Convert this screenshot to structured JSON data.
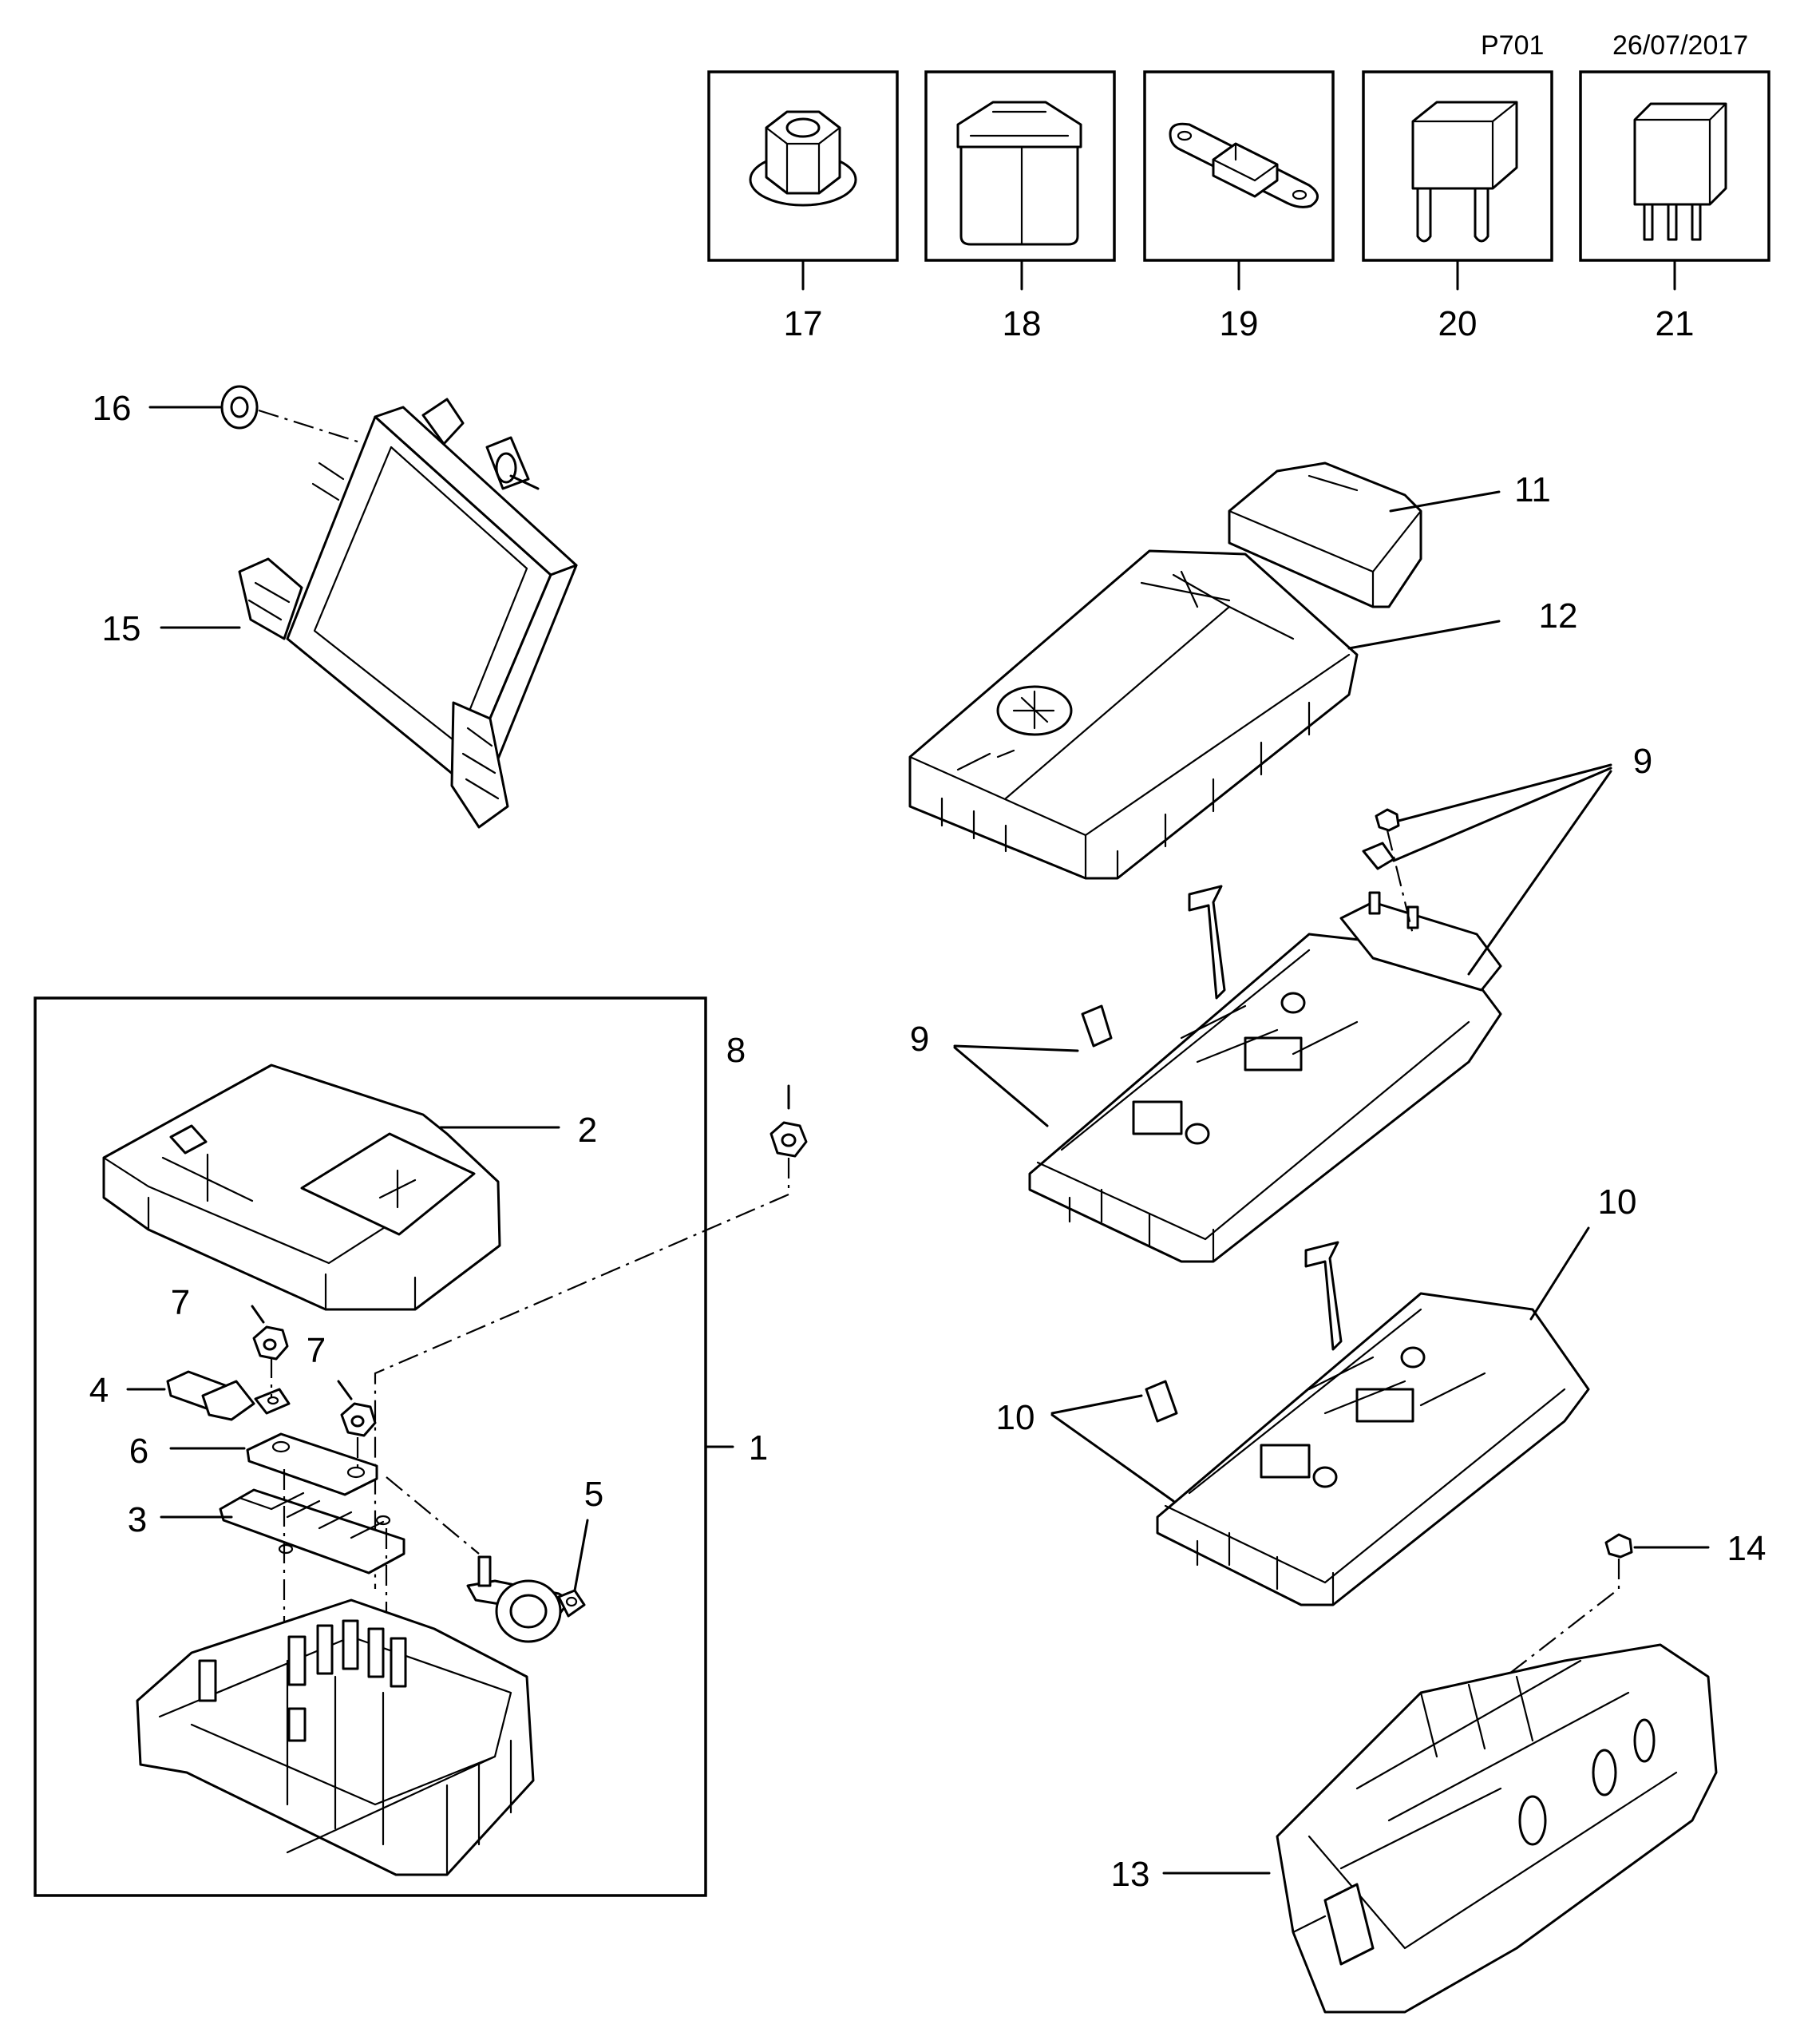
{
  "header": {
    "code": "P701",
    "date": "26/07/2017"
  },
  "callouts": {
    "c1": "1",
    "c2": "2",
    "c3": "3",
    "c4": "4",
    "c5": "5",
    "c6": "6",
    "c7a": "7",
    "c7b": "7",
    "c8": "8",
    "c9a": "9",
    "c9b": "9",
    "c10a": "10",
    "c10b": "10",
    "c11": "11",
    "c12": "12",
    "c13": "13",
    "c14": "14",
    "c15": "15",
    "c16": "16",
    "c17": "17",
    "c18": "18",
    "c19": "19",
    "c20": "20",
    "c21": "21"
  },
  "icons": {
    "p17": "flange-nut-icon",
    "p18": "cartridge-fuse-icon",
    "p19": "bolt-in-strip-fuse-icon",
    "p20": "mini-blade-fuse-icon",
    "p21": "micro-relay-icon"
  }
}
